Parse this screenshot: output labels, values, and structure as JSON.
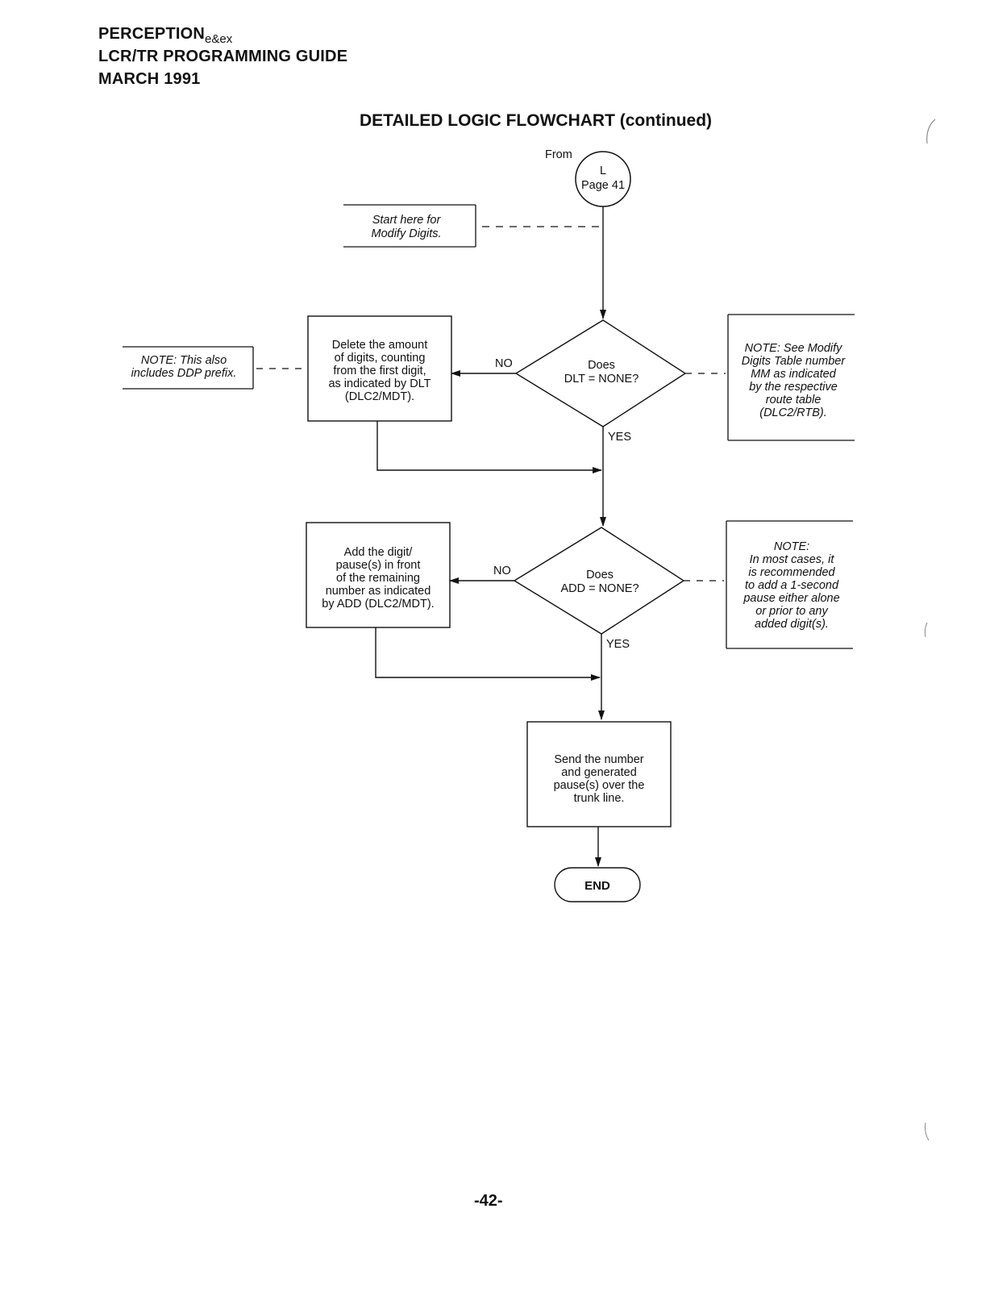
{
  "header": {
    "brand": "PERCEPTION",
    "brand_sub": "e&ex",
    "guide": "LCR/TR PROGRAMMING GUIDE",
    "date": "MARCH 1991"
  },
  "title": "DETAILED LOGIC FLOWCHART (continued)",
  "connector": {
    "from_label": "From",
    "letter": "L",
    "page": "Page 41"
  },
  "start_note": [
    "Start here for",
    "Modify Digits."
  ],
  "note_ddp": [
    "NOTE: This also",
    "includes DDP prefix."
  ],
  "process_delete": [
    "Delete the amount",
    "of digits, counting",
    "from the first digit,",
    "as indicated by DLT",
    "(DLC2/MDT)."
  ],
  "decision_dlt": [
    "Does",
    "DLT = NONE?"
  ],
  "note_mdt": [
    "NOTE: See Modify",
    "Digits Table number",
    "MM as indicated",
    "by the respective",
    "route table",
    "(DLC2/RTB)."
  ],
  "process_add": [
    "Add the digit/",
    "pause(s) in front",
    "of the remaining",
    "number as indicated",
    "by ADD (DLC2/MDT)."
  ],
  "decision_add": [
    "Does",
    "ADD = NONE?"
  ],
  "note_pause": [
    "NOTE:",
    "In most cases, it",
    "is recommended",
    "to add a 1-second",
    "pause either alone",
    "or prior to any",
    "added digit(s)."
  ],
  "process_send": [
    "Send the number",
    "and generated",
    "pause(s) over the",
    "trunk line."
  ],
  "end_label": "END",
  "branch_labels": {
    "no": "NO",
    "yes": "YES"
  },
  "page_number": "-42-"
}
